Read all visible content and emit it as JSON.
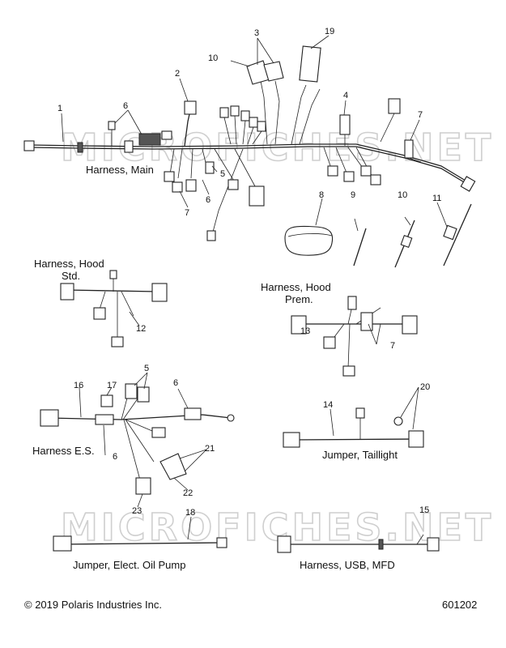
{
  "watermark": "MICROFICHES.NET",
  "labels": {
    "harness_main": "Harness, Main",
    "harness_hood_std_1": "Harness, Hood",
    "harness_hood_std_2": "Std.",
    "harness_hood_prem_1": "Harness, Hood",
    "harness_hood_prem_2": "Prem.",
    "harness_es": "Harness E.S.",
    "jumper_taillight": "Jumper, Taillight",
    "jumper_oil_pump": "Jumper, Elect. Oil Pump",
    "harness_usb": "Harness, USB, MFD"
  },
  "callouts": {
    "c1": "1",
    "c2": "2",
    "c3": "3",
    "c4": "4",
    "c5a": "5",
    "c5b": "5",
    "c6a": "6",
    "c6b": "6",
    "c6c": "6",
    "c6d": "6",
    "c7a": "7",
    "c7b": "7",
    "c7c": "7",
    "c8": "8",
    "c9": "9",
    "c10a": "10",
    "c10b": "10",
    "c11": "11",
    "c12": "12",
    "c13": "13",
    "c14": "14",
    "c15": "15",
    "c16": "16",
    "c17": "17",
    "c18": "18",
    "c19": "19",
    "c20": "20",
    "c21": "21",
    "c22": "22",
    "c23": "23"
  },
  "footer": {
    "copyright": "© 2019 Polaris Industries Inc.",
    "code": "601202"
  }
}
